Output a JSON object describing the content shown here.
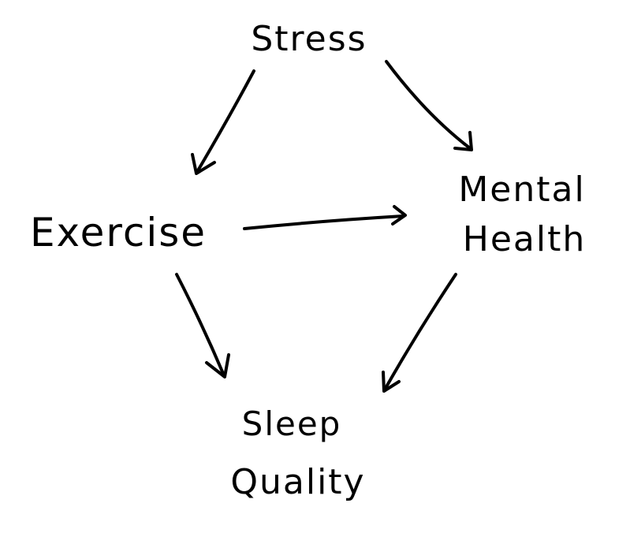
{
  "diagram": {
    "type": "causal-graph",
    "style": "handwritten",
    "ink_color": "#000000",
    "background_color": "#ffffff",
    "nodes": [
      {
        "id": "stress",
        "lines": [
          "Stress"
        ]
      },
      {
        "id": "exercise",
        "lines": [
          "Exercise"
        ]
      },
      {
        "id": "mental-health",
        "lines": [
          "Mental",
          "Health"
        ]
      },
      {
        "id": "sleep-quality",
        "lines": [
          "Sleep",
          "Quality"
        ]
      }
    ],
    "edges": [
      {
        "from": "stress",
        "to": "exercise"
      },
      {
        "from": "stress",
        "to": "mental-health"
      },
      {
        "from": "exercise",
        "to": "mental-health"
      },
      {
        "from": "exercise",
        "to": "sleep-quality"
      },
      {
        "from": "mental-health",
        "to": "sleep-quality"
      }
    ]
  }
}
